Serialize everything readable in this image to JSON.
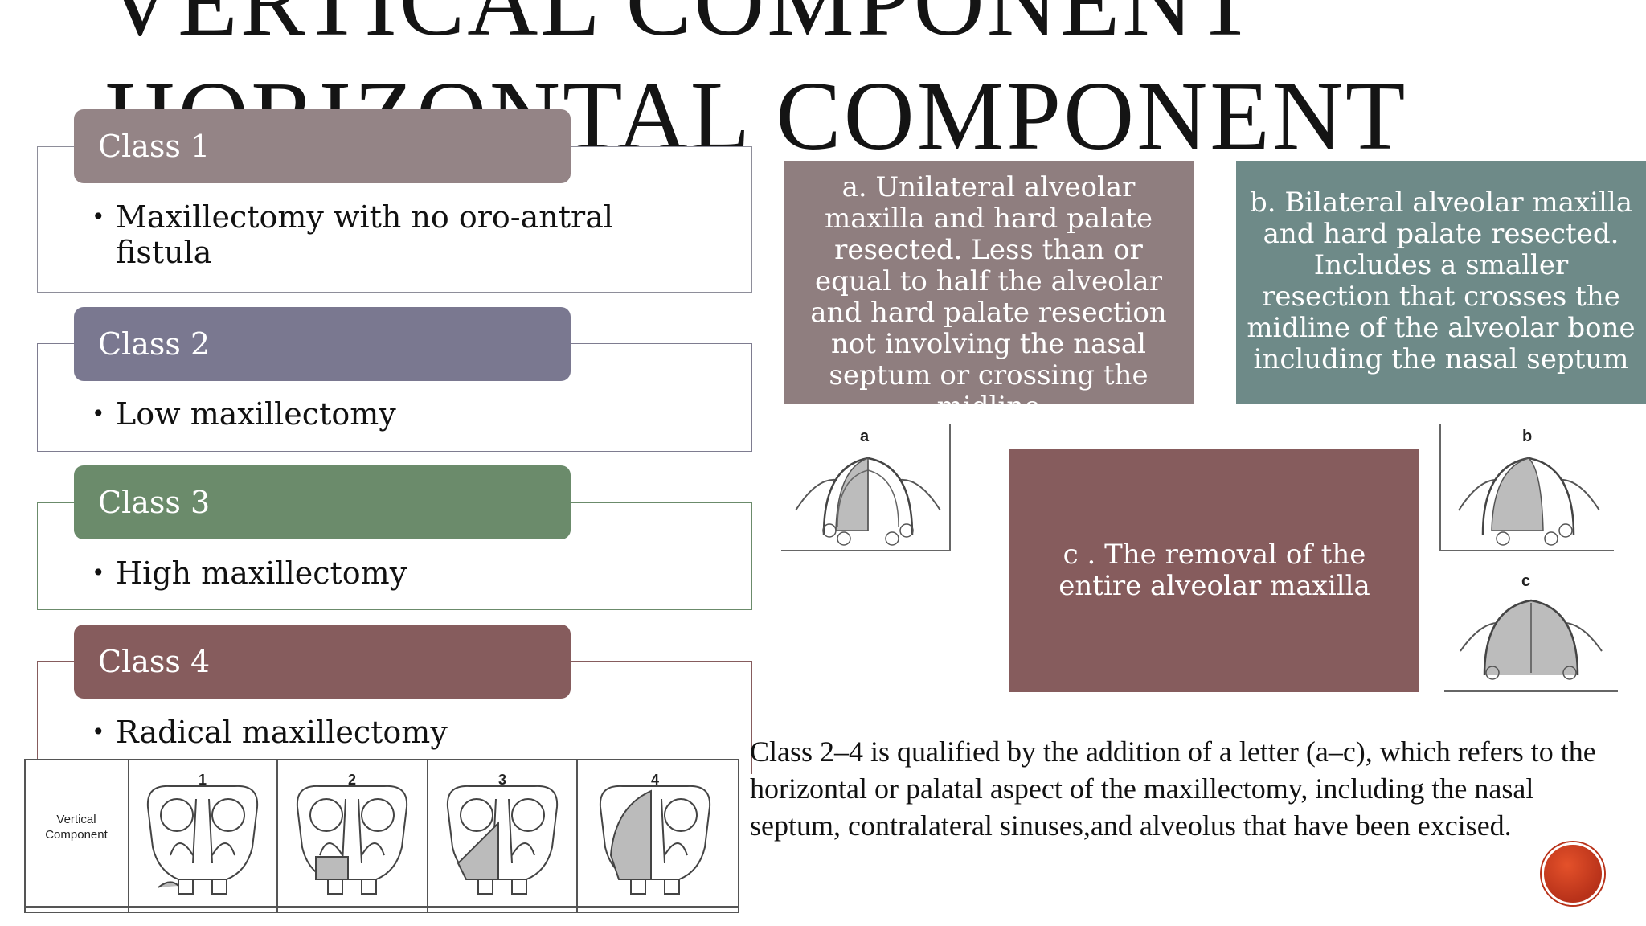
{
  "slide": {
    "title_line1": "VERTICAL COMPONENT",
    "title_line2": "HORIZONTAL COMPONENT"
  },
  "classes": [
    {
      "label": "Class 1",
      "bullet": "Maxillectomy with no oro-antral fistula",
      "color": "#948486"
    },
    {
      "label": "Class 2",
      "bullet": "Low maxillectomy",
      "color": "#7a7890"
    },
    {
      "label": "Class 3",
      "bullet": "High maxillectomy",
      "color": "#6b8b6b"
    },
    {
      "label": "Class 4",
      "bullet": "Radical maxillectomy",
      "color": "#865c5d"
    }
  ],
  "panels": {
    "a": "a. Unilateral alveolar maxilla and hard palate resected. Less than or equal to half the alveolar and hard palate resection not involving the nasal septum or crossing the midline",
    "b": "b.  Bilateral alveolar maxilla and hard palate resected. Includes a smaller resection that crosses the midline of the alveolar bone including the nasal septum",
    "c": "c . The removal of the entire alveolar maxilla"
  },
  "figure_labels": {
    "a": "a",
    "b": "b",
    "c": "c"
  },
  "vertical_table": {
    "row_label_line1": "Vertical",
    "row_label_line2": "Component",
    "columns": [
      "1",
      "2",
      "3",
      "4"
    ]
  },
  "note": "Class 2–4 is qualified by the addition of a letter (a–c), which refers to the horizontal or palatal aspect of the maxillectomy, including the nasal septum, contralateral sinuses,and alveolus that have been excised."
}
